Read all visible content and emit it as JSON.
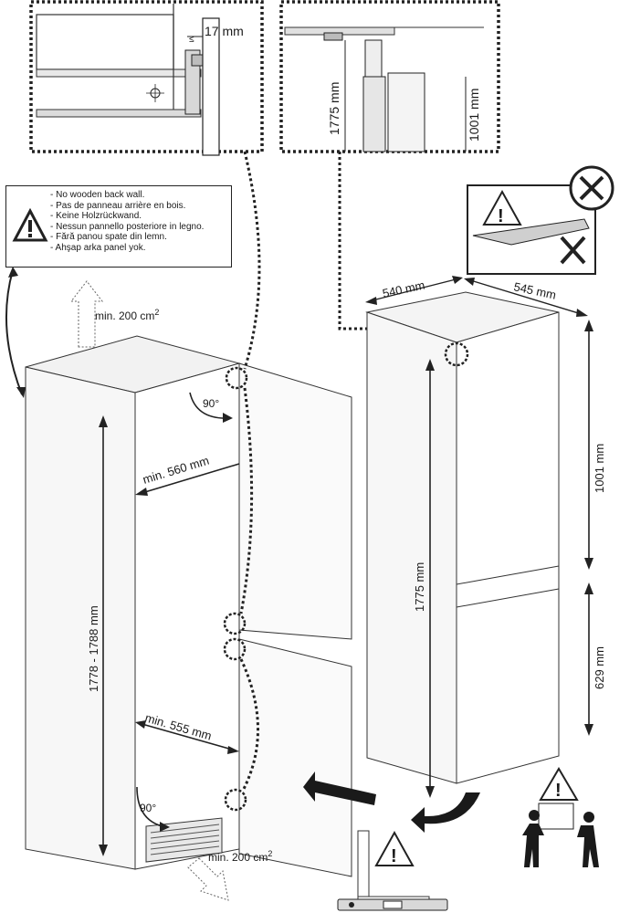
{
  "detail_top_left": {
    "gap_label": "17 mm"
  },
  "detail_top_right": {
    "height_label": "1775 mm",
    "hinge_height_label": "1001 mm"
  },
  "warning_box": {
    "lines": [
      "- No wooden back wall.",
      "- Pas de panneau arrière en bois.",
      "- Keine Holzrückwand.",
      "- Nessun pannello posteriore in legno.",
      "- Fără panou spate din lemn.",
      "- Ahşap arka panel yok."
    ]
  },
  "cabinet": {
    "vent_top_label": "min. 200 cm",
    "vent_top_sup": "2",
    "angle_top": "90°",
    "width_top_label": "min. 560 mm",
    "height_label": "1778 - 1788 mm",
    "width_bottom_label": "min. 555 mm",
    "angle_bottom": "90°",
    "vent_bottom_label": "min. 200 cm",
    "vent_bottom_sup": "2"
  },
  "appliance": {
    "depth_label": "540 mm",
    "width_label": "545 mm",
    "total_height_label": "1775 mm",
    "upper_height_label": "1001 mm",
    "lower_height_label": "629 mm"
  }
}
